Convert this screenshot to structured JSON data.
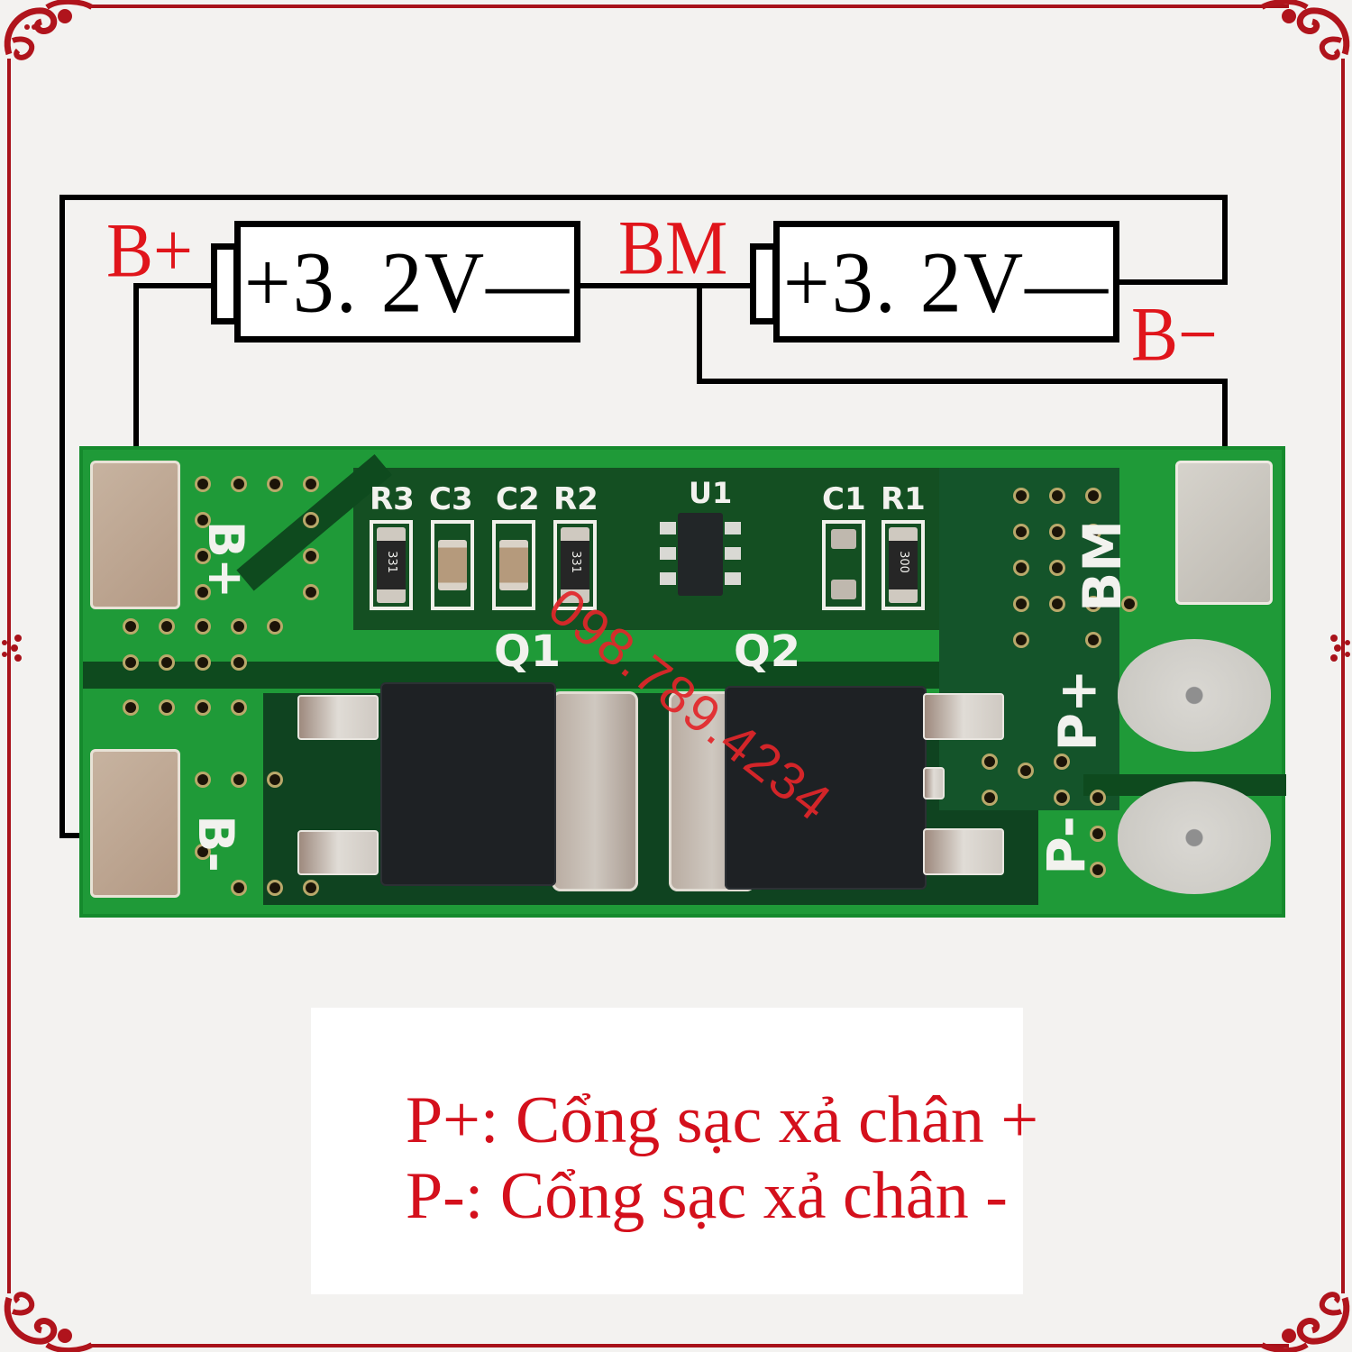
{
  "diagram": {
    "cells": [
      {
        "label": "+3. 2V—"
      },
      {
        "label": "+3. 2V—"
      }
    ],
    "node_labels": {
      "b_plus": "B+",
      "bm": "BM",
      "b_minus": "B−"
    },
    "colors": {
      "label_red": "#e0151b",
      "wire": "#000000",
      "frame_red": "#a8121a",
      "pcb_green": "#1f9a38"
    }
  },
  "pcb": {
    "silkscreen": {
      "b_plus": "B+",
      "b_minus": "B-",
      "bm": "BM",
      "p_plus": "P+",
      "p_minus": "P-",
      "u1": "U1",
      "q1": "Q1",
      "q2": "Q2",
      "r3": "R3",
      "c3": "C3",
      "c2": "C2",
      "r2": "R2",
      "c1": "C1",
      "r1": "R1"
    },
    "resistor_codes": {
      "r3": "331",
      "r2": "331",
      "r1": "300"
    },
    "watermark": "098.789.4234"
  },
  "legend": {
    "lines": [
      "P+: Cổng sạc xả chân +",
      "P-: Cổng sạc xả chân -"
    ]
  }
}
